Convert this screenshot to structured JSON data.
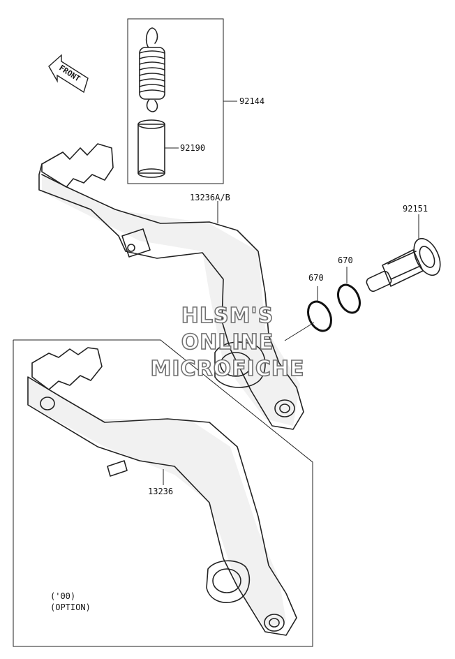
{
  "labels": {
    "front": "FRONT",
    "spring": "92144",
    "collar": "92190",
    "pedal_ab": "13236A/B",
    "seal_cap": "92151",
    "oring_left": "670",
    "oring_right": "670",
    "pedal_option": "13236",
    "option_year": "('00)",
    "option_text": "(OPTION)"
  },
  "watermark": {
    "line1": "HLSM'S",
    "line2": "ONLINE",
    "line3": "MICROFICHE"
  }
}
